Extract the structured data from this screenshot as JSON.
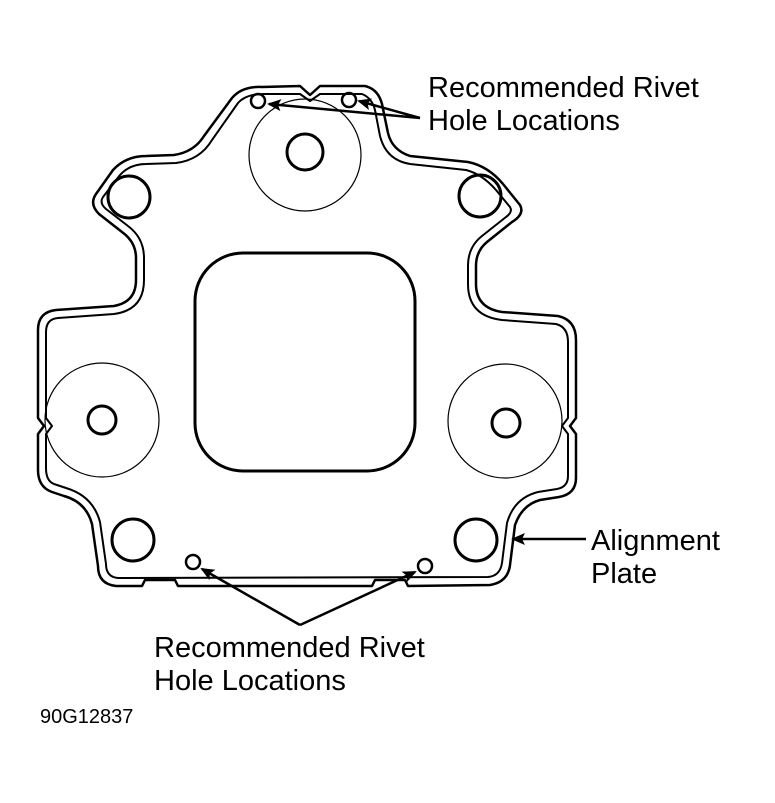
{
  "labels": {
    "rivet_top": {
      "line1": "Recommended Rivet",
      "line2": "Hole Locations"
    },
    "rivet_bottom": {
      "line1": "Recommended Rivet",
      "line2": "Hole Locations"
    },
    "alignment_plate": {
      "line1": "Alignment",
      "line2": "Plate"
    }
  },
  "figure_code": "90G12837",
  "colors": {
    "ink": "#000000",
    "background": "#ffffff"
  }
}
